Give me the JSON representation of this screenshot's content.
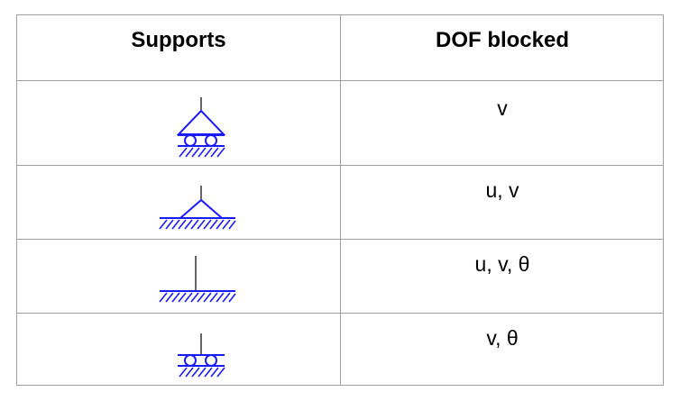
{
  "table": {
    "headers": {
      "supports": "Supports",
      "dof": "DOF blocked"
    },
    "rows": [
      {
        "support": "roller-support-icon",
        "dof": "v"
      },
      {
        "support": "pin-support-icon",
        "dof": "u, v"
      },
      {
        "support": "fixed-support-icon",
        "dof": "u, v, θ"
      },
      {
        "support": "guided-roller-support-icon",
        "dof": "v, θ"
      }
    ]
  },
  "colors": {
    "symbol": "#1a1aff",
    "stem": "#000000",
    "grid": "#9e9e9e"
  }
}
